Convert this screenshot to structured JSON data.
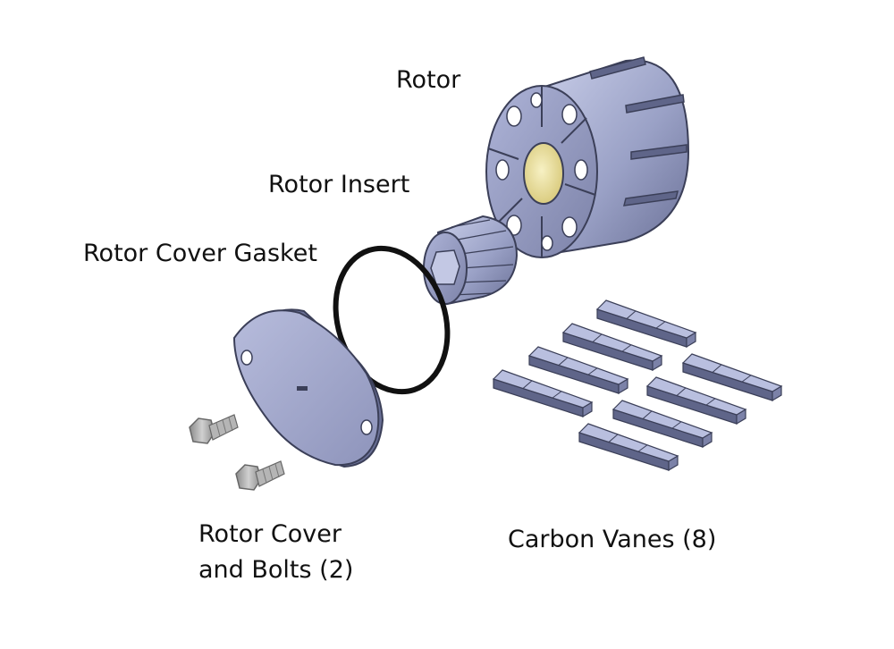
{
  "labels": {
    "rotor": "Rotor",
    "rotor_insert": "Rotor Insert",
    "rotor_cover_gasket": "Rotor Cover Gasket",
    "rotor_cover_line1": "Rotor Cover",
    "rotor_cover_line2": "and Bolts (2)",
    "carbon_vanes": "Carbon Vanes (8)"
  },
  "colors": {
    "part_light": "#b9bfdf",
    "part_mid": "#9aa1c6",
    "part_dark": "#5f6589",
    "edge": "#3b3f58",
    "bore_brass": "#f0e6a6",
    "gasket": "#111111",
    "bolt": "#a8a8a8"
  },
  "counts": {
    "carbon_vanes": 8,
    "bolts": 2
  }
}
